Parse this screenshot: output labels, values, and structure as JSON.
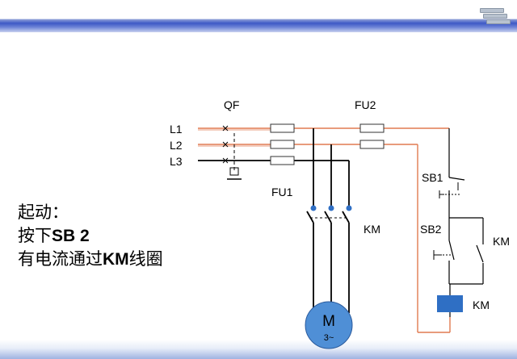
{
  "labels": {
    "qf": "QF",
    "fu2": "FU2",
    "l1": "L1",
    "l2": "L2",
    "l3": "L3",
    "fu1": "FU1",
    "km_main": "KM",
    "sb1": "SB1",
    "sb2": "SB2",
    "km_aux": "KM",
    "km_coil": "KM",
    "motor": "M",
    "motor_phase": "3~"
  },
  "description": {
    "line1": "起动：",
    "line2_prefix": "按下",
    "line2_bold": "SB 2",
    "line3_prefix": "有电流通过",
    "line3_bold": "KM",
    "line3_suffix": "线圈"
  },
  "colors": {
    "active_wire": "#e07a50",
    "inactive_wire": "#000000",
    "motor_fill": "#4f8fd6",
    "coil_fill": "#2f6fc4",
    "header_band": "#3e59c6"
  }
}
